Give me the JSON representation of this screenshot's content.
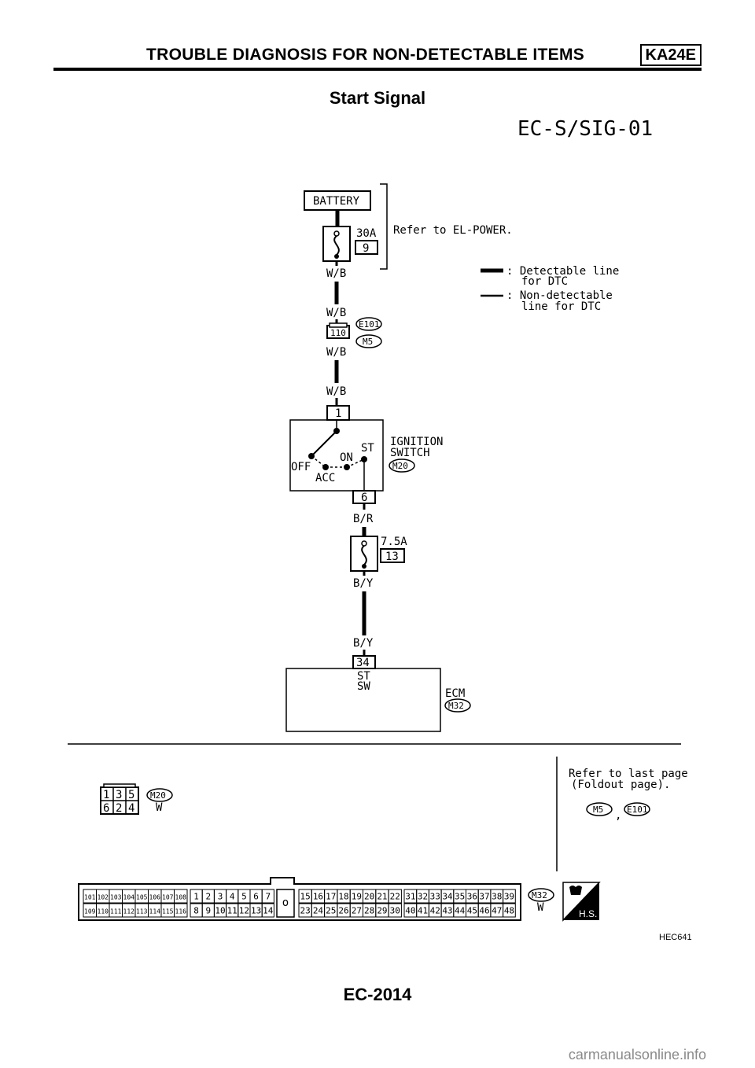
{
  "header": {
    "title": "TROUBLE DIAGNOSIS FOR NON-DETECTABLE ITEMS",
    "engine_code": "KA24E"
  },
  "page_title": "Start Signal",
  "diagram_code": "EC-S/SIG-01",
  "power": {
    "battery": "BATTERY",
    "fuse1_amp": "30A",
    "fuse1_num": "9",
    "refer": "Refer to EL-POWER."
  },
  "legend": {
    "detectable_1": ": Detectable line",
    "detectable_2": "for DTC",
    "nondetectable_1": ": Non-detectable",
    "nondetectable_2": "line for DTC"
  },
  "wires": {
    "wb": "W/B",
    "br": "B/R",
    "by": "B/Y"
  },
  "joint": {
    "pin": "110",
    "c1": "E101",
    "c2": "M5"
  },
  "ignition": {
    "pin_in": "1",
    "pin_out": "6",
    "off": "OFF",
    "acc": "ACC",
    "on": "ON",
    "st": "ST",
    "name1": "IGNITION",
    "name2": "SWITCH",
    "connector": "M20"
  },
  "fuse2": {
    "amp": "7.5A",
    "num": "13"
  },
  "ecm": {
    "pin": "34",
    "term1": "ST",
    "term2": "SW",
    "name": "ECM",
    "connector": "M32"
  },
  "connectors": {
    "m20_row1": [
      "1",
      "3",
      "5"
    ],
    "m20_row2": [
      "6",
      "2",
      "4"
    ],
    "m20_label": "M20",
    "m20_color": "W",
    "refer1": "Refer to last page",
    "refer2": "(Foldout page).",
    "refer_c1": "M5",
    "refer_c2": "E101",
    "ecm_row1_a": [
      "101",
      "102",
      "103",
      "104",
      "105",
      "106",
      "107",
      "108"
    ],
    "ecm_row2_a": [
      "109",
      "110",
      "111",
      "112",
      "113",
      "114",
      "115",
      "116"
    ],
    "ecm_row1_b": [
      "1",
      "2",
      "3",
      "4",
      "5",
      "6",
      "7"
    ],
    "ecm_row2_b": [
      "8",
      "9",
      "10",
      "11",
      "12",
      "13",
      "14"
    ],
    "ecm_mid": "o",
    "ecm_row1_c": [
      "15",
      "16",
      "17",
      "18",
      "19",
      "20",
      "21",
      "22"
    ],
    "ecm_row2_c": [
      "23",
      "24",
      "25",
      "26",
      "27",
      "28",
      "29",
      "30"
    ],
    "ecm_row1_d": [
      "31",
      "32",
      "33",
      "34",
      "35",
      "36",
      "37",
      "38",
      "39"
    ],
    "ecm_row2_d": [
      "40",
      "41",
      "42",
      "43",
      "44",
      "45",
      "46",
      "47",
      "48"
    ],
    "m32_label": "M32",
    "m32_color": "W",
    "hs": "H.S."
  },
  "figure_id": "HEC641",
  "page_number": "EC-2014",
  "watermark": "carmanualsonline.info"
}
